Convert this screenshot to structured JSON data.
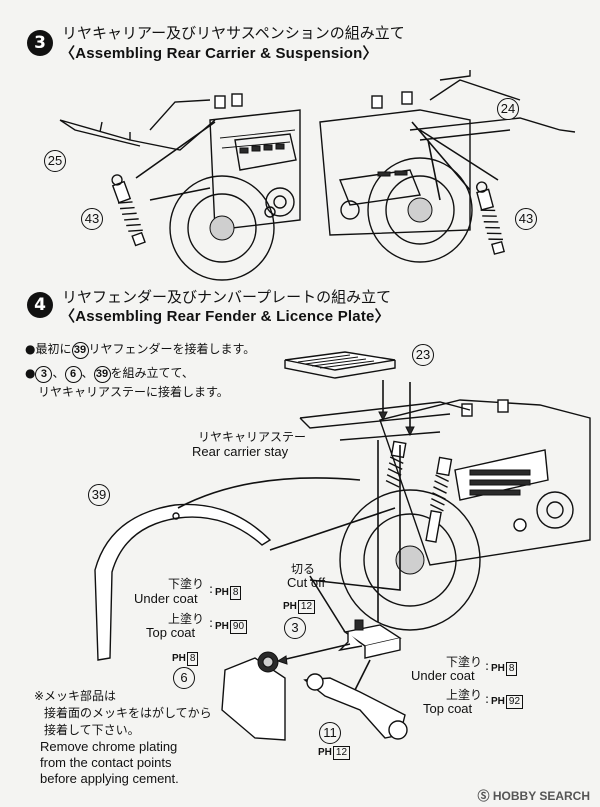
{
  "step3": {
    "number": "3",
    "title_jp": "リヤキャリアー及びリヤサスペンションの組み立て",
    "title_en": "〈Assembling  Rear Carrier & Suspension〉",
    "parts": {
      "left_carrier": "25",
      "right_carrier": "24",
      "left_shock": "43",
      "right_shock": "43"
    }
  },
  "step4": {
    "number": "4",
    "title_jp": "リヤフェンダー及びナンバープレートの組み立て",
    "title_en": "〈Assembling  Rear Fender & Licence Plate〉",
    "note1": {
      "prefix": "最初に",
      "part": "39",
      "text": "リヤフェンダーを接着します。"
    },
    "note2": {
      "parts": [
        "3",
        "6",
        "39"
      ],
      "line1": "を組み立てて、",
      "line2": "リヤキャリアステーに接着します。"
    },
    "stay_label_jp": "リヤキャリアステー",
    "stay_label_en": "Rear carrier stay",
    "cut_jp": "切る",
    "cut_en": "Cut off",
    "parts": {
      "carrier": "23",
      "fender": "39",
      "bracket": "3",
      "plate": "6",
      "stay": "11"
    },
    "paint_left": {
      "under_jp": "下塗り",
      "under_en": "Under coat",
      "under_code": "8",
      "top_jp": "上塗り",
      "top_en": "Top coat",
      "top_code": "90"
    },
    "paint_right": {
      "under_jp": "下塗り",
      "under_en": "Under coat",
      "under_code": "8",
      "top_jp": "上塗り",
      "top_en": "Top coat",
      "top_code": "92"
    },
    "paint_bracket_code": "12",
    "paint_plate_code": "8",
    "paint_stay_code": "12",
    "ph_prefix": "PH",
    "chrome_note": {
      "jp1": "※メッキ部品は",
      "jp2": "接着面のメッキをはがしてから",
      "jp3": "接着して下さい。",
      "en1": "Remove chrome plating",
      "en2": "from the contact points",
      "en3": "before applying cement."
    }
  },
  "watermark": "HOBBY SEARCH"
}
